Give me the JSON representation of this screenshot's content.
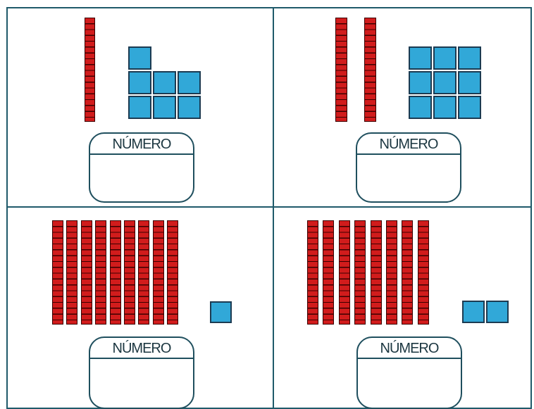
{
  "panels": [
    {
      "id": "top-left",
      "tens": 1,
      "ones": 7,
      "label": "NÚMERO"
    },
    {
      "id": "top-right",
      "tens": 2,
      "ones": 9,
      "label": "NÚMERO"
    },
    {
      "id": "bottom-left",
      "tens": 9,
      "ones": 1,
      "label": "NÚMERO"
    },
    {
      "id": "bottom-right",
      "tens": 8,
      "ones": 2,
      "label": "NÚMERO"
    }
  ],
  "colors": {
    "tens_rod": "#d11c1c",
    "unit_cube": "#31a8d8",
    "border": "#1f5a6a"
  }
}
